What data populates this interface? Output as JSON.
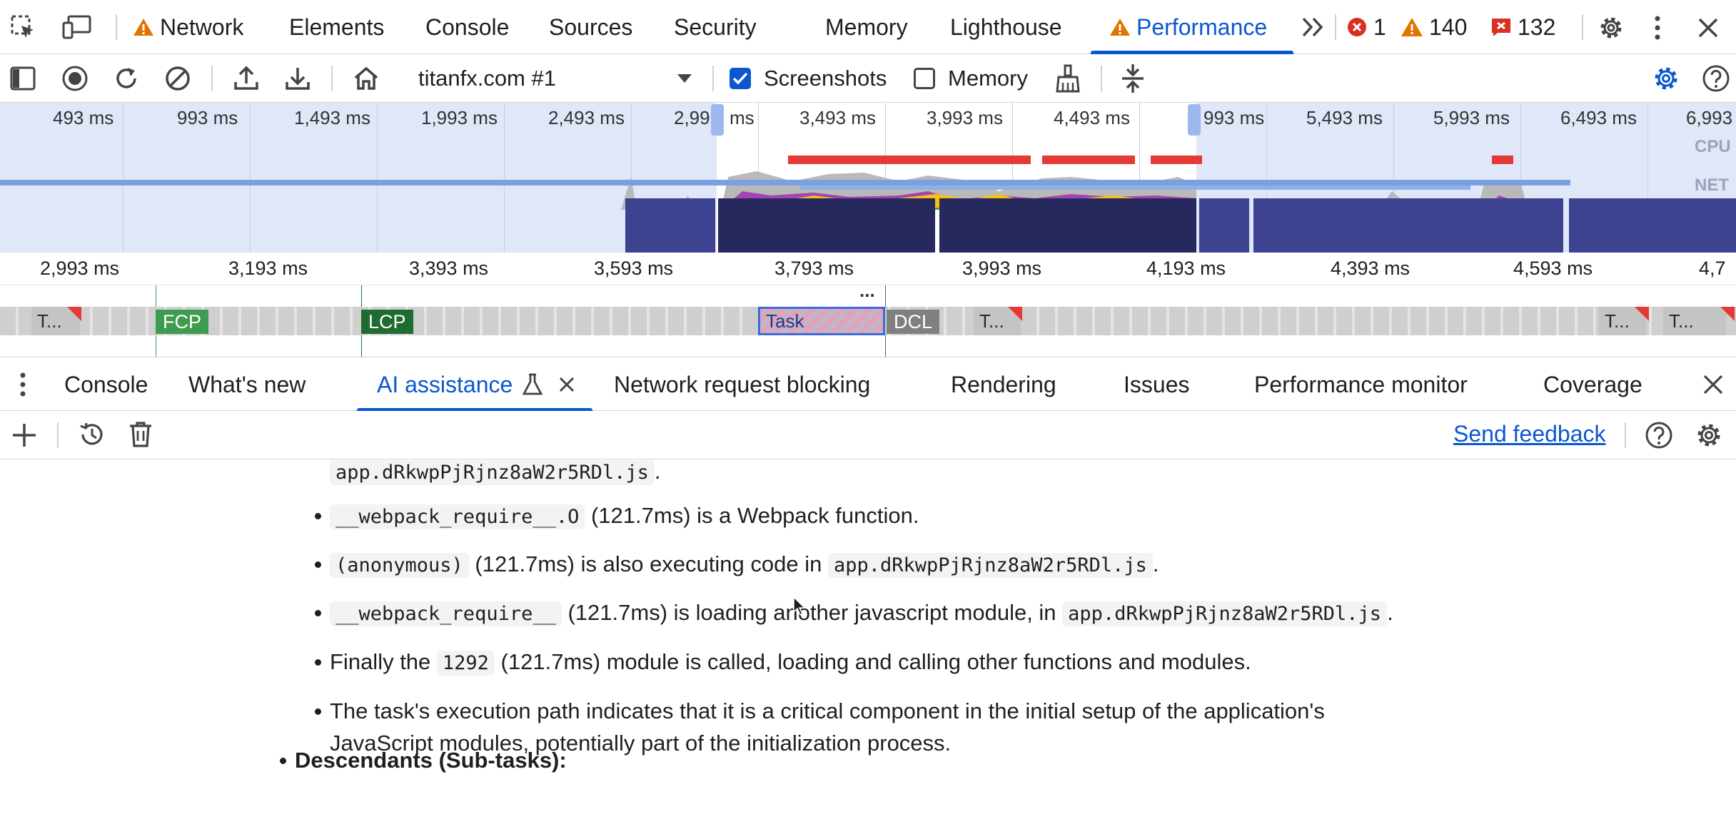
{
  "topbar": {
    "tabs": [
      "Network",
      "Elements",
      "Console",
      "Sources",
      "Security",
      "Memory",
      "Lighthouse",
      "Performance"
    ],
    "active_tab": "Performance",
    "error_count": "1",
    "warning_count": "140",
    "issue_count": "132"
  },
  "toolbar": {
    "recording_select": "titanfx.com #1",
    "screenshots_label": "Screenshots",
    "screenshots_checked": true,
    "memory_label": "Memory",
    "memory_checked": false
  },
  "overview": {
    "time_labels": [
      "493 ms",
      "993 ms",
      "1,493 ms",
      "1,993 ms",
      "2,493 ms",
      "2,99",
      "ms",
      "3,493 ms",
      "3,993 ms",
      "4,493 ms",
      "993 ms",
      "5,493 ms",
      "5,993 ms",
      "6,493 ms",
      "6,993"
    ],
    "cpu_label": "CPU",
    "net_label": "NET"
  },
  "ruler": {
    "labels": [
      "2,993 ms",
      "3,193 ms",
      "3,393 ms",
      "3,593 ms",
      "3,793 ms",
      "3,993 ms",
      "4,193 ms",
      "4,393 ms",
      "4,593 ms",
      "4,7"
    ]
  },
  "track": {
    "fcp": "FCP",
    "lcp": "LCP",
    "task": "Task",
    "dcl": "DCL",
    "t_short": "T...",
    "ellipsis": "..."
  },
  "drawer": {
    "tabs": [
      "Console",
      "What's new",
      "AI assistance",
      "Network request blocking",
      "Rendering",
      "Issues",
      "Performance monitor",
      "Coverage"
    ],
    "active_tab": "AI assistance"
  },
  "ai_toolbar": {
    "send_feedback": "Send feedback"
  },
  "content": {
    "top_code": "app.dRkwpPjRjnz8aW2r5RDl.js",
    "top_suffix": ".",
    "b1_code": "__webpack_require__.O",
    "b1_text": " (121.7ms) is a Webpack function.",
    "b2_code": "(anonymous)",
    "b2_text": " (121.7ms) is also executing code in ",
    "b2_code2": "app.dRkwpPjRjnz8aW2r5RDl.js",
    "b2_suffix": ".",
    "b3_code": "__webpack_require__",
    "b3_text": " (121.7ms) is loading another javascript module, in ",
    "b3_code2": "app.dRkwpPjRjnz8aW2r5RDl.js",
    "b3_suffix": ".",
    "b4_pre": "Finally the ",
    "b4_code": "1292",
    "b4_text": " (121.7ms) module is called, loading and calling other functions and modules.",
    "b5_line1": "The task's execution path indicates that it is a critical component in the initial setup of the application's",
    "b5_line2": "JavaScript modules, potentially part of the initialization process.",
    "descendants": "Descendants (Sub-tasks):"
  },
  "colors": {
    "accent": "#0b57d0",
    "fcp": "#3e9b4f",
    "lcp": "#1f6b32",
    "error": "#d93025",
    "warning": "#e37400"
  }
}
